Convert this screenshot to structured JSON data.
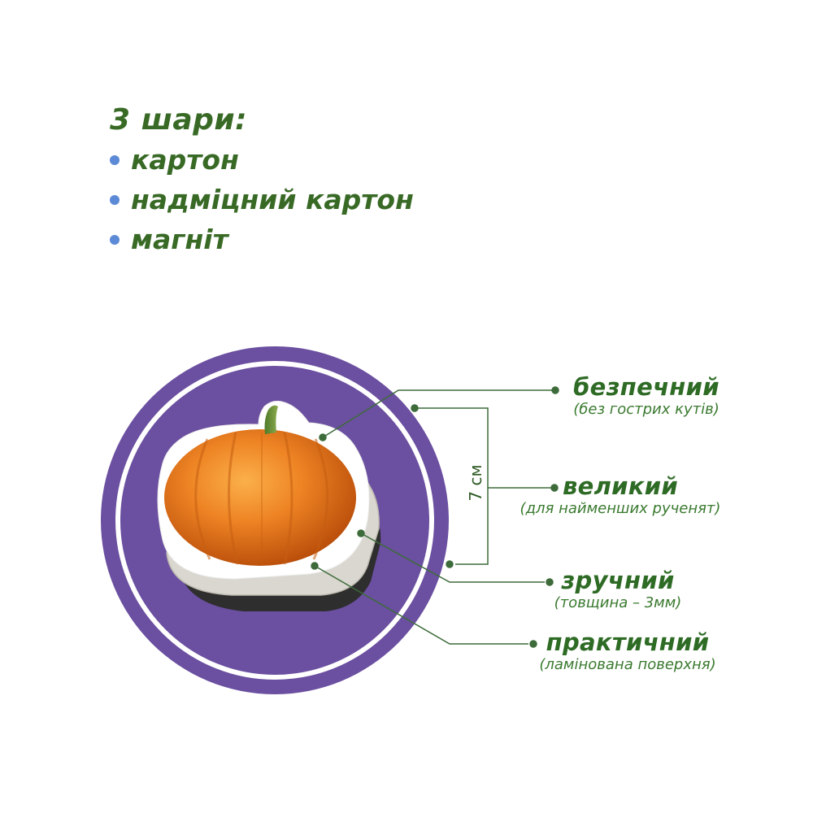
{
  "layers": {
    "title": "3 шари:",
    "items": [
      {
        "label": "картон"
      },
      {
        "label": "надміцний картон"
      },
      {
        "label": "магніт"
      }
    ]
  },
  "size_label": "7 см",
  "features": [
    {
      "title": "безпечний",
      "subtitle": "(без гострих кутів)"
    },
    {
      "title": "великий",
      "subtitle": "(для найменших рученят)"
    },
    {
      "title": "зручний",
      "subtitle": "(товщина – 3мм)"
    },
    {
      "title": "практичний",
      "subtitle": "(ламінована поверхня)"
    }
  ],
  "colors": {
    "circle": "#6b4fa0",
    "text_green": "#386a26",
    "bullet_blue": "#5d8ad6",
    "pumpkin": "#e8791e",
    "line": "#3d6b3a"
  }
}
